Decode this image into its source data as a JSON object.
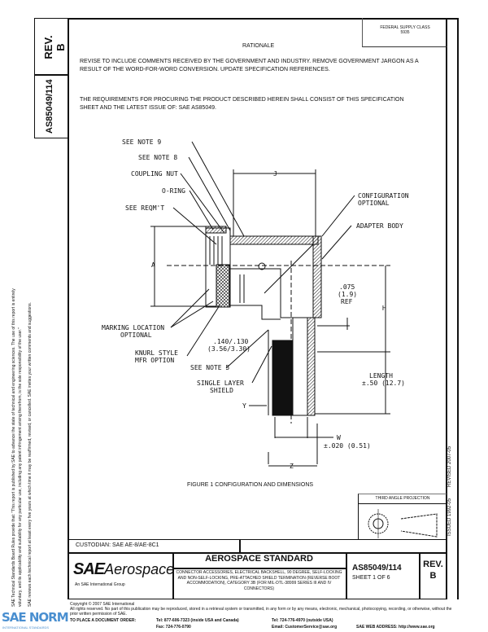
{
  "side_box": {
    "rev_label": "REV.",
    "rev_value": "B",
    "doc_number": "AS85049/114"
  },
  "top_right_box": {
    "line1": "FEDERAL SUPPLY CLASS",
    "line2": "5935"
  },
  "rationale": {
    "heading": "RATIONALE",
    "text": "REVISE TO INCLUDE COMMENTS RECEIVED BY THE GOVERNMENT AND INDUSTRY. REMOVE GOVERNMENT JARGON AS A RESULT OF THE WORD-FOR-WORD CONVERSION. UPDATE SPECIFICATION REFERENCES."
  },
  "requirements_text": "THE REQUIREMENTS FOR PROCURING THE PRODUCT DESCRIBED HEREIN SHALL CONSIST OF THIS SPECIFICATION SHEET AND THE LATEST ISSUE OF: SAE AS85049.",
  "margin_notes": {
    "line1": "SAE Technical Standards Board Rules provide that: \"This report is published by SAE to advance the state of technical and engineering sciences. The use of this report is entirely",
    "line2": "voluntary, and its applicability and suitability for any particular use, including any patent infringement arising therefrom, is the sole responsibility of the user.\"",
    "line3": "SAE reviews each technical report at least every five years at which time it may be reaffirmed, revised, or cancelled. SAE invites your written comments and suggestions."
  },
  "right_strip": {
    "revised": "REVISED 2007-05",
    "issued": "ISSUED 1992-05"
  },
  "figure": {
    "labels": {
      "see_note_9": "SEE NOTE 9",
      "see_note_8": "SEE NOTE 8",
      "coupling_nut": "COUPLING NUT",
      "o_ring": "O-RING",
      "see_reqmt": "SEE REQM'T",
      "j": "J",
      "config_1": "CONFIGURATION",
      "config_2": "OPTIONAL",
      "adapter_body": "ADAPTER BODY",
      "a": "A",
      "h": "H",
      "ref_1": ".075",
      "ref_2": "(1.9)",
      "ref_3": "REF",
      "marking_1": "MARKING LOCATION",
      "marking_2": "OPTIONAL",
      "knurl_1": "KNURL STYLE",
      "knurl_2": "MFR OPTION",
      "dim_1": ".140/.130",
      "dim_2": "(3.56/3.30)",
      "see_note_5": "SEE NOTE 5",
      "shield_1": "SINGLE LAYER",
      "shield_2": "SHIELD",
      "length_1": "LENGTH",
      "length_2": "±.50 (12.7)",
      "y": "Y",
      "w": "W",
      "w_tol": "±.020 (0.51)",
      "z": "Z"
    },
    "caption": "FIGURE 1  CONFIGURATION AND DIMENSIONS"
  },
  "projection": {
    "label": "THIRD ANGLE PROJECTION"
  },
  "title_block": {
    "custodian": "CUSTODIAN: SAE AE-8/AE-8C1",
    "logo_sae": "SAE",
    "logo_aerospace": "Aerospace",
    "logo_tagline": "An SAE International Group",
    "standard_heading": "AEROSPACE STANDARD",
    "description": "CONNECTOR ACCESSORIES, ELECTRICAL BACKSHELL, 90 DEGREE, SELF-LOCKING AND NON-SELF-LOCKING, PRE-ATTACHED SHIELD TERMINATION (REVERSE BOOT ACCOMMODATION), CATEGORY 3B (FOR MIL-DTL-38999 SERIES III AND IV CONNECTORS)",
    "doc_number": "AS85049/114",
    "sheet": "SHEET 1 OF 6",
    "rev_label": "REV.",
    "rev_value": "B"
  },
  "footer": {
    "copyright": "Copyright © 2007 SAE International",
    "rights": "All rights reserved. No part of this publication may be reproduced, stored in a retrieval system or transmitted, in any form or by any means, electronic, mechanical, photocopying, recording, or otherwise, without the prior written permission of SAE.",
    "order_label": "TO PLACE A DOCUMENT ORDER:",
    "tel_us": "Tel: 877-606-7323 (inside USA and Canada)",
    "tel_intl": "Tel: 724-776-4970 (outside USA)",
    "fax": "Fax: 724-776-0790",
    "email": "Email: CustomerService@sae.org",
    "web": "SAE WEB ADDRESS: http://www.sae.org"
  },
  "watermark": {
    "text": "SAE NORM",
    "sub": "INTERNATIONAL STANDARDS",
    "color": "#4a8fd0"
  }
}
